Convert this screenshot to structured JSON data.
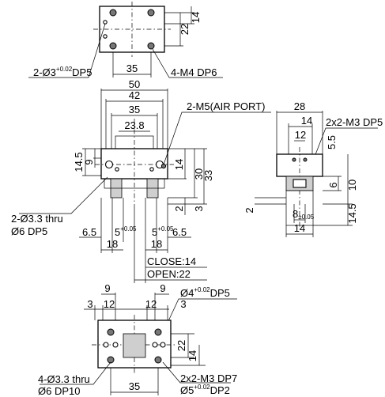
{
  "labels": {
    "callout_dowel_top": "2-Ø3",
    "callout_dowel_top_tol_upper": "+0.02",
    "callout_dowel_top_tol_lower": "0",
    "callout_dowel_top_depth": "DP5",
    "callout_m4": "4-M4 DP6",
    "callout_air_port": "2-M5(AIR PORT)",
    "callout_thru_front_1": "2-Ø3.3 thru",
    "callout_thru_front_2": "Ø6 DP5",
    "callout_side_m3": "2x2-M3 DP5",
    "close_label": "CLOSE:14",
    "open_label": "OPEN:22",
    "callout_bottom_dowel": "Ø4",
    "callout_bottom_dowel_tol_upper": "+0.02",
    "callout_bottom_dowel_tol_lower": "0",
    "callout_bottom_dowel_depth": "DP5",
    "callout_bottom_thru_1": "4-Ø3.3 thru",
    "callout_bottom_thru_2": "Ø6 DP10",
    "callout_bottom_m3_1": "2x2-M3 DP7",
    "callout_bottom_m3_2_prefix": "Ø5",
    "callout_bottom_m3_2_tol_upper": "+0.02",
    "callout_bottom_m3_2_tol_lower": "0",
    "callout_bottom_m3_2_depth": "DP2"
  },
  "dimensions": {
    "top_22": "22",
    "top_14": "14",
    "top_35": "35",
    "front_50": "50",
    "front_42": "42",
    "front_35": "35",
    "front_23_8": "23.8",
    "front_14_5": "14.5",
    "front_9": "9",
    "front_14": "14",
    "front_30": "30",
    "front_33": "33",
    "front_2": "2",
    "front_3": "3",
    "front_6_5_left": "6.5",
    "front_5_left": "5",
    "front_5_left_tol_upper": "+0.05",
    "front_5_left_tol_lower": "0",
    "front_18_left": "18",
    "front_18_right": "18",
    "front_5_right": "5",
    "front_5_right_tol_upper": "+0.05",
    "front_5_right_tol_lower": "0",
    "front_6_5_right": "6.5",
    "side_28": "28",
    "side_14": "14",
    "side_12": "12",
    "side_5_5": "5.5",
    "side_6": "6",
    "side_10": "10",
    "side_2": "2",
    "side_8": "8",
    "side_8_tol": "±0.05",
    "side_14_bottom": "14",
    "side_14_5": "14.5",
    "bottom_9_left": "9",
    "bottom_9_right": "9",
    "bottom_3_left": "3",
    "bottom_12_left": "12",
    "bottom_12_right": "12",
    "bottom_3_right": "3",
    "bottom_22": "22",
    "bottom_14": "14",
    "bottom_35": "35"
  }
}
